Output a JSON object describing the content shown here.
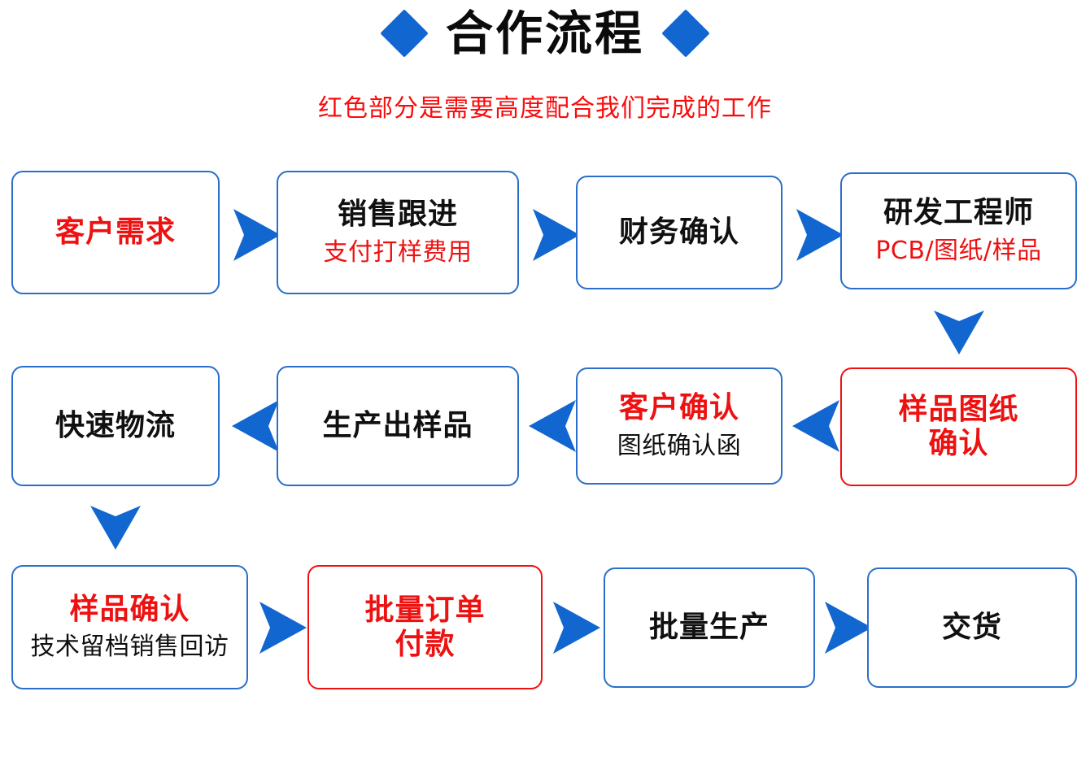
{
  "header": {
    "title": "合作流程",
    "subtitle": "红色部分是需要高度配合我们完成的工作",
    "diamond_left": "diamond-left",
    "diamond_right": "diamond-right"
  },
  "colors": {
    "accent_blue": "#1266d0",
    "box_blue": "#2a6fc9",
    "alert_red": "#ee1111",
    "subtitle_red": "#fb0b0b",
    "title_black": "#0b0b0b",
    "background": "#ffffff"
  },
  "rows": [
    {
      "id": "row-1",
      "direction": "left-to-right",
      "boxes": [
        {
          "id": "step-1",
          "main": "客户需求",
          "main_color": "red",
          "sub": "",
          "sub_color": "",
          "border": "red"
        },
        {
          "id": "step-2",
          "main": "销售跟进",
          "main_color": "black",
          "sub": "支付打样费用",
          "sub_color": "red",
          "border": "blue"
        },
        {
          "id": "step-3",
          "main": "财务确认",
          "main_color": "black",
          "sub": "",
          "sub_color": "",
          "border": "blue"
        },
        {
          "id": "step-4",
          "main": "研发工程师",
          "main_color": "black",
          "sub": "PCB/图纸/样品",
          "sub_color": "red",
          "border": "blue"
        }
      ]
    },
    {
      "id": "row-2",
      "direction": "right-to-left",
      "boxes": [
        {
          "id": "step-8",
          "main": "快速物流",
          "main_color": "black",
          "sub": "",
          "sub_color": "",
          "border": "blue"
        },
        {
          "id": "step-7",
          "main": "生产出样品",
          "main_color": "black",
          "sub": "",
          "sub_color": "",
          "border": "blue"
        },
        {
          "id": "step-6",
          "main": "客户确认",
          "main_color": "red",
          "sub": "图纸确认函",
          "sub_color": "black",
          "border": "blue"
        },
        {
          "id": "step-5",
          "main": "样品图纸\n确认",
          "main_color": "red",
          "sub": "",
          "sub_color": "",
          "border": "red"
        }
      ]
    },
    {
      "id": "row-3",
      "direction": "left-to-right",
      "boxes": [
        {
          "id": "step-9",
          "main": "样品确认",
          "main_color": "red",
          "sub": "技术留档销售回访",
          "sub_color": "black",
          "border": "blue"
        },
        {
          "id": "step-10",
          "main": "批量订单\n付款",
          "main_color": "red",
          "sub": "",
          "sub_color": "",
          "border": "red"
        },
        {
          "id": "step-11",
          "main": "批量生产",
          "main_color": "black",
          "sub": "",
          "sub_color": "",
          "border": "blue"
        },
        {
          "id": "step-12",
          "main": "交货",
          "main_color": "black",
          "sub": "",
          "sub_color": "",
          "border": "blue"
        }
      ]
    }
  ],
  "arrows": [
    {
      "id": "arrow-r1-1",
      "direction": "right"
    },
    {
      "id": "arrow-r1-2",
      "direction": "right"
    },
    {
      "id": "arrow-r1-3",
      "direction": "right"
    },
    {
      "id": "arrow-down-right",
      "direction": "down"
    },
    {
      "id": "arrow-r2-1",
      "direction": "left"
    },
    {
      "id": "arrow-r2-2",
      "direction": "left"
    },
    {
      "id": "arrow-r2-3",
      "direction": "left"
    },
    {
      "id": "arrow-down-left",
      "direction": "down"
    },
    {
      "id": "arrow-r3-1",
      "direction": "right"
    },
    {
      "id": "arrow-r3-2",
      "direction": "right"
    },
    {
      "id": "arrow-r3-3",
      "direction": "right"
    }
  ]
}
